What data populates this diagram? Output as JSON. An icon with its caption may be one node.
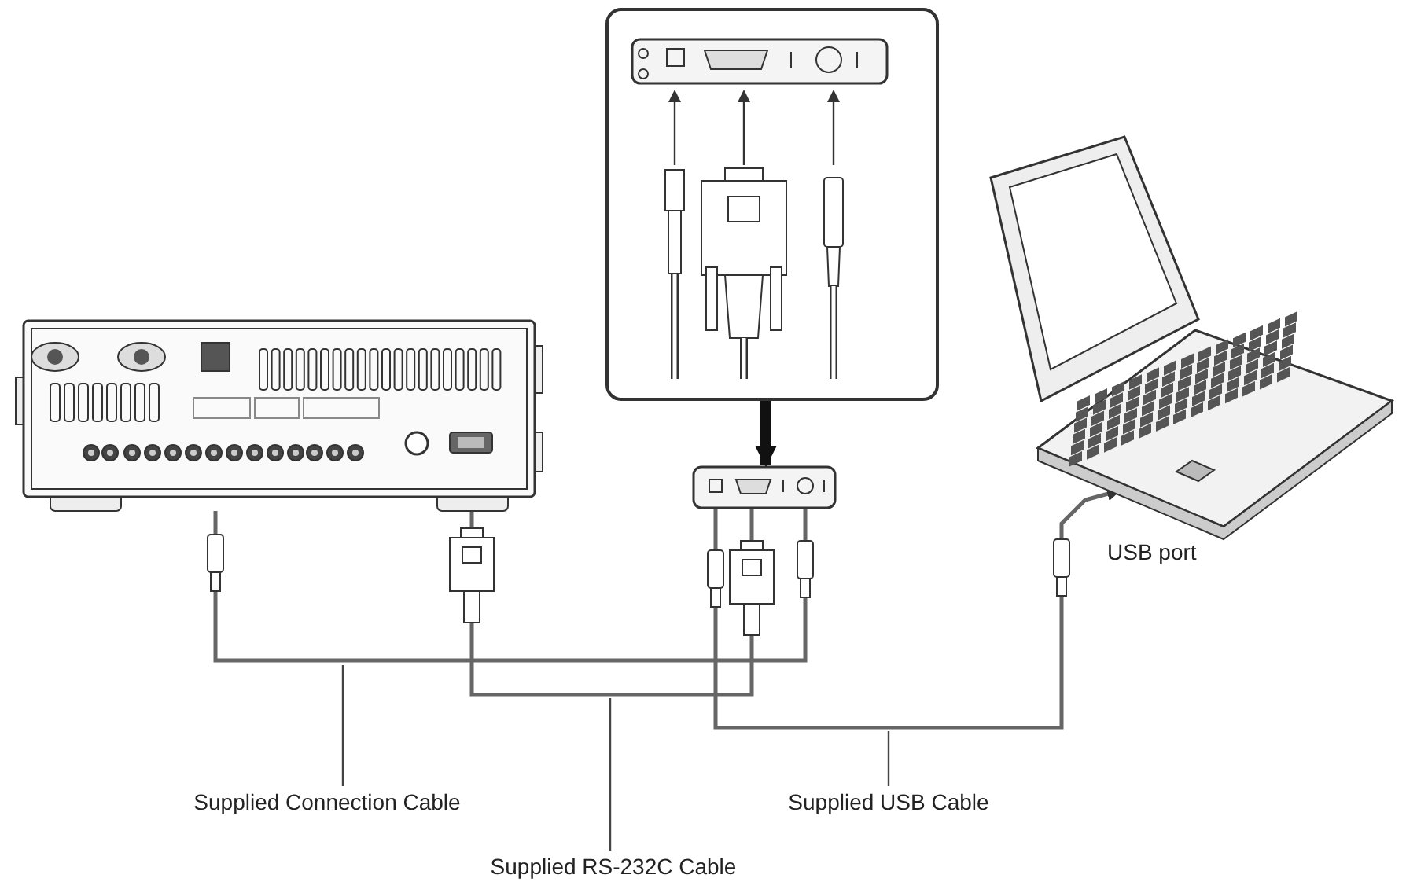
{
  "diagram": {
    "nodes": [
      {
        "text": [],
        "shape": "picture"
      },
      {
        "text": [],
        "shape": "picture"
      },
      {
        "text": [],
        "shape": "picture"
      },
      {
        "text": [],
        "shape": "picture",
        "beside": [
          "USB port"
        ]
      },
      {
        "text": [
          "Supplied Connection Cable"
        ]
      },
      {
        "text": [
          "Supplied RS-232C Cable"
        ]
      },
      {
        "text": [
          "Supplied USB Cable"
        ]
      }
    ],
    "edges": [
      {
        "from": 0,
        "to": 2,
        "arrow": "none"
      },
      {
        "from": 0,
        "to": 2,
        "arrow": "none"
      },
      {
        "from": 2,
        "to": 3,
        "arrow": "to"
      },
      {
        "from": 1,
        "to": 2,
        "arrow": "to",
        "style": "thick"
      },
      {
        "from": 4,
        "to": null,
        "arrow": "none"
      },
      {
        "from": 5,
        "to": null,
        "arrow": "none"
      },
      {
        "from": 6,
        "to": null,
        "arrow": "none"
      }
    ]
  }
}
